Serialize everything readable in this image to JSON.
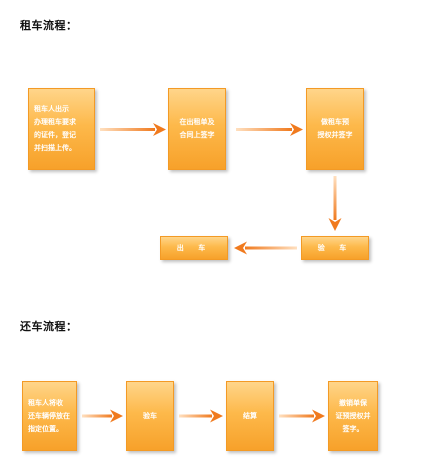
{
  "rental": {
    "title": "租车流程：",
    "steps": [
      "租车人出示\n办理租车要求\n的证件，登记\n并扫描上传。",
      "在出租单及\n合同上签字",
      "做租车预\n授权并签字",
      "验 车",
      "出 车"
    ]
  },
  "return": {
    "title": "还车流程：",
    "steps": [
      "租车人将收\n还车辆停放在\n指定位置。",
      "验车",
      "结算",
      "撤销单保\n证预授权并\n签字。"
    ]
  },
  "colors": {
    "box_top": "#ffd58a",
    "box_bottom": "#f7a12a",
    "arrow": "#f07a1e",
    "text": "#ffffff"
  }
}
